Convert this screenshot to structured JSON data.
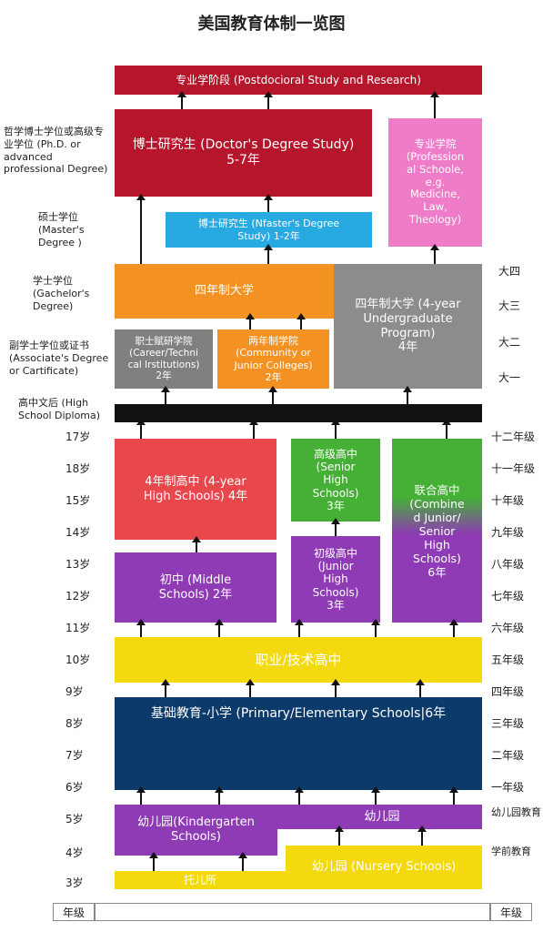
{
  "title": "美国教育体制一览图",
  "colors": {
    "crimson": "#b5162b",
    "pink": "#ee7cc8",
    "sky": "#29a9e1",
    "orange": "#f39222",
    "gray": "#8c8c8c",
    "black": "#111111",
    "red": "#e8474c",
    "green": "#45b035",
    "purple": "#8e3bb5",
    "yellow": "#f4d90e",
    "navy": "#0c3a6b"
  },
  "boxes": {
    "postdoc": "专业学阶段 (Postdocioral Study and Research)",
    "doctor": "博士研究生 (Doctor's Degree Study)\n5-7年",
    "professional": "专业学院\n(Profession\nal Schoole,\ne.g.\nMedicine,\nLaw,\nTheology)",
    "master": "博士研究生 (Nfaster's Degree\nStudy) 1-2年",
    "four_year_univ_a": "四年制大学",
    "four_year_univ_b": "四年制大学 (4-year\nUndergraduate\nProgram)\n4年",
    "career": "职士賦研学院\n(Career/Techni\ncal Irstitutions)\n2年",
    "community": "两年制学院\n(Community or\nJunior Colleges)\n2年",
    "hs_4year": "4年制高中 (4-year\nHigh Schools) 4年",
    "senior_high": "高级高中\n(Senior\nHigh\nSchools)\n3年",
    "combined": "联合高中\n(Combine\nd Junior/\nSenior\nHigh\nSchools)\n6年",
    "middle": "初中 (Middle\nSchools) 2年",
    "junior_high": "初级高中\n(Junior\nHigh\nSchools)\n3年",
    "vocational": "职业/技术高中",
    "primary": "基础教育-小学 (Primary/Elementary Schools|6年",
    "kindergarten": "幼儿园(Kindergarten\nSchools)",
    "kindergarten_b": "幼儿园",
    "nursery": "幼儿园 (Nursery Schools)",
    "daycare": "托儿所"
  },
  "left_labels": {
    "phd": "哲学博士学位或高级专\n业学位 (Ph.D. or\nadvanced\nprofessional Degree)",
    "master": "硕士学位\n(Master's\nDegree )",
    "bachelor": "学士学位\n(Gachelor's\nDegree)",
    "associate": "副学士学位或证书\n(Associate's Degree\nor Cartificate)",
    "diploma": "高中文后 (High\nSchool Diploma)"
  },
  "ages": [
    "17岁",
    "18岁",
    "15岁",
    "14岁",
    "13岁",
    "12岁",
    "11岁",
    "10岁",
    "9岁",
    "8岁",
    "7岁",
    "6岁",
    "5岁",
    "4岁",
    "3岁"
  ],
  "grades": [
    "十二年级",
    "十一年级",
    "十年级",
    "九年级",
    "八年级",
    "七年级",
    "六年级",
    "五年级",
    "四年级",
    "三年级",
    "二年级",
    "一年级",
    "幼儿园教育",
    "学前教育"
  ],
  "college_years": [
    "大四",
    "大三",
    "大二",
    "大一"
  ],
  "footer": {
    "left": "年级",
    "right": "年级"
  }
}
